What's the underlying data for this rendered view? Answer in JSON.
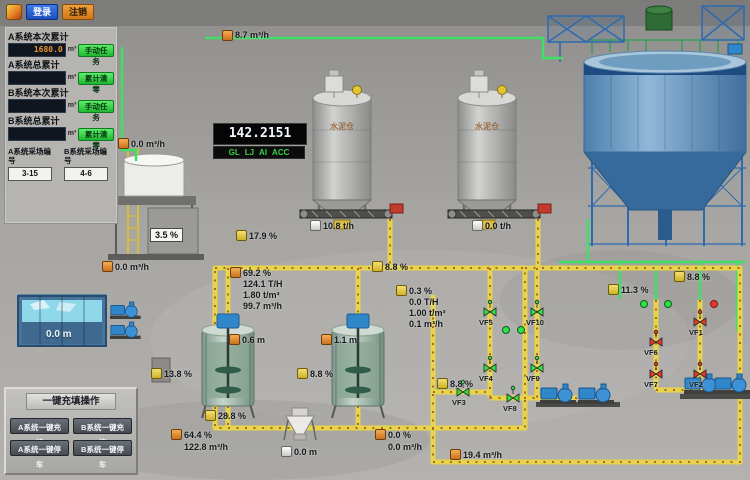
{
  "app": {
    "login": "登录",
    "logout": "注销"
  },
  "totalizer_panel": {
    "rows": [
      {
        "label": "A系统本次累计",
        "value": "1680.0",
        "unit": "m³",
        "action": "手动任务"
      },
      {
        "label": "A系统总累计",
        "value": "",
        "unit": "m³",
        "action": "累计清零"
      },
      {
        "label": "B系统本次累计",
        "value": "",
        "unit": "m³",
        "action": "手动任务"
      },
      {
        "label": "B系统总累计",
        "value": "",
        "unit": "m³",
        "action": "累计清零"
      }
    ],
    "site_a_label": "A系统采场编号",
    "site_a_value": "3-15",
    "site_b_label": "B系统采场编号",
    "site_b_value": "4-6"
  },
  "display": {
    "value": "142.2151",
    "tags": [
      "GL",
      "LJ",
      "AI",
      "ACC"
    ]
  },
  "readings": {
    "flow_top": "8.7 m³/h",
    "flow_left": "0.0 m³/h",
    "flow_small_left": "0.0 m³/h",
    "belt1_rate": "10.8 t/h",
    "belt2_rate": "0.0 t/h",
    "level_17_9": "17.9 %",
    "box_3_5": "3.5 %",
    "a_concentration": "69.2 %",
    "a_flow_t": "124.1 T/H",
    "a_density": "1.80 t/m³",
    "a_flow_m3": "99.7 m³/h",
    "b_concentration": "0.3 %",
    "b_flow_t": "0.0 T/H",
    "b_density": "1.00 t/m³",
    "b_flow_m3": "0.1 m³/h",
    "s_8_8_a": "8.8 %",
    "s_8_8_b": "8.8 %",
    "s_8_8_c": "8.8 %",
    "s_8_8_d": "8.8 %",
    "s_11_3": "11.3 %",
    "s_13_8": "13.8 %",
    "s_28_8": "28.8 %",
    "tank1_level": "0.6 m",
    "tank2_level": "1.1 m",
    "c_concentration": "64.4 %",
    "c_flow": "122.8 m³/h",
    "d_concentration": "0.0 %",
    "d_flow": "0.0 m³/h",
    "flow_bottom": "19.4 m³/h",
    "hopper_level": "0.0 m",
    "pool_level": "0.0 m"
  },
  "silos": {
    "silo1_label": "水泥仓",
    "silo2_label": "水泥仓"
  },
  "valves": {
    "vf1": "VF1",
    "vf2": "VF2",
    "vf3": "VF3",
    "vf4": "VF4",
    "vf5": "VF5",
    "vf6": "VF6",
    "vf7": "VF7",
    "vf8": "VF8",
    "vf9": "VF9",
    "vf10": "VF10"
  },
  "commands": {
    "title": "一键充填操作",
    "buttons": [
      "A系统一键充填",
      "B系统一键充填",
      "A系统一键停车",
      "B系统一键停车"
    ]
  },
  "colors": {
    "pipe_green": "#3fe065",
    "pipe_yellow": "#e8d44a",
    "valve_open": "#2ee04a",
    "valve_closed": "#e23b2e",
    "action_green": "#35e03c"
  }
}
